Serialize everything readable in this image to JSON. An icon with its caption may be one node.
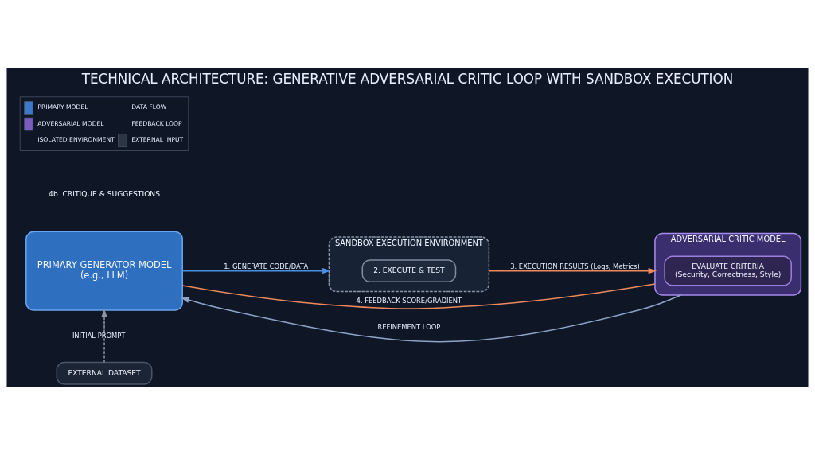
{
  "diagram": {
    "title": "TECHNICAL ARCHITECTURE: GENERATIVE ADVERSARIAL CRITIC LOOP WITH SANDBOX EXECUTION",
    "nodes": [
      {
        "text": [
          "PRIMARY GENERATOR MODEL",
          "(e.g., LLM)"
        ]
      },
      {
        "text": [
          "SANDBOX EXECUTION ENVIRONMENT"
        ]
      },
      {
        "text": [
          "2. EXECUTE & TEST"
        ],
        "in": 1
      },
      {
        "text": [
          "ADVERSARIAL CRITIC MODEL"
        ]
      },
      {
        "text": [
          "EVALUATE CRITERIA",
          "(Security, Correctness, Style)"
        ],
        "in": 3
      },
      {
        "text": [
          "EXTERNAL DATASET"
        ]
      }
    ],
    "edges": [
      {
        "from": 5,
        "to": 0,
        "arrow": "to",
        "label": "INITIAL PROMPT",
        "style": "dashed",
        "color": "#8a94a6"
      },
      {
        "from": 0,
        "to": 1,
        "arrow": "to",
        "label": "1. GENERATE CODE/DATA",
        "color": "#4a90e2"
      },
      {
        "from": 1,
        "to": 3,
        "arrow": "to",
        "label": "3. EXECUTION RESULTS (Logs, Metrics)",
        "color": "#f08a5d"
      },
      {
        "from": 3,
        "to": 0,
        "arrow": "none",
        "label": "4. FEEDBACK SCORE/GRADIENT",
        "color": "#f08a5d"
      },
      {
        "from": 3,
        "to": 0,
        "arrow": "to",
        "label": "REFINEMENT LOOP",
        "color": "#8fa3c8"
      }
    ],
    "labels": [
      "4b. CRITIQUE & SUGGESTIONS"
    ],
    "legend": [
      {
        "text": "PRIMARY MODEL",
        "color": "#3b78c8"
      },
      {
        "text": "DATA FLOW"
      },
      {
        "text": "ADVERSARIAL MODEL",
        "color": "#7a5cc0"
      },
      {
        "text": "FEEDBACK LOOP"
      },
      {
        "text": "ISOLATED ENVIRONMENT"
      },
      {
        "text": "EXTERNAL INPUT",
        "color": "#2c3544"
      }
    ]
  }
}
